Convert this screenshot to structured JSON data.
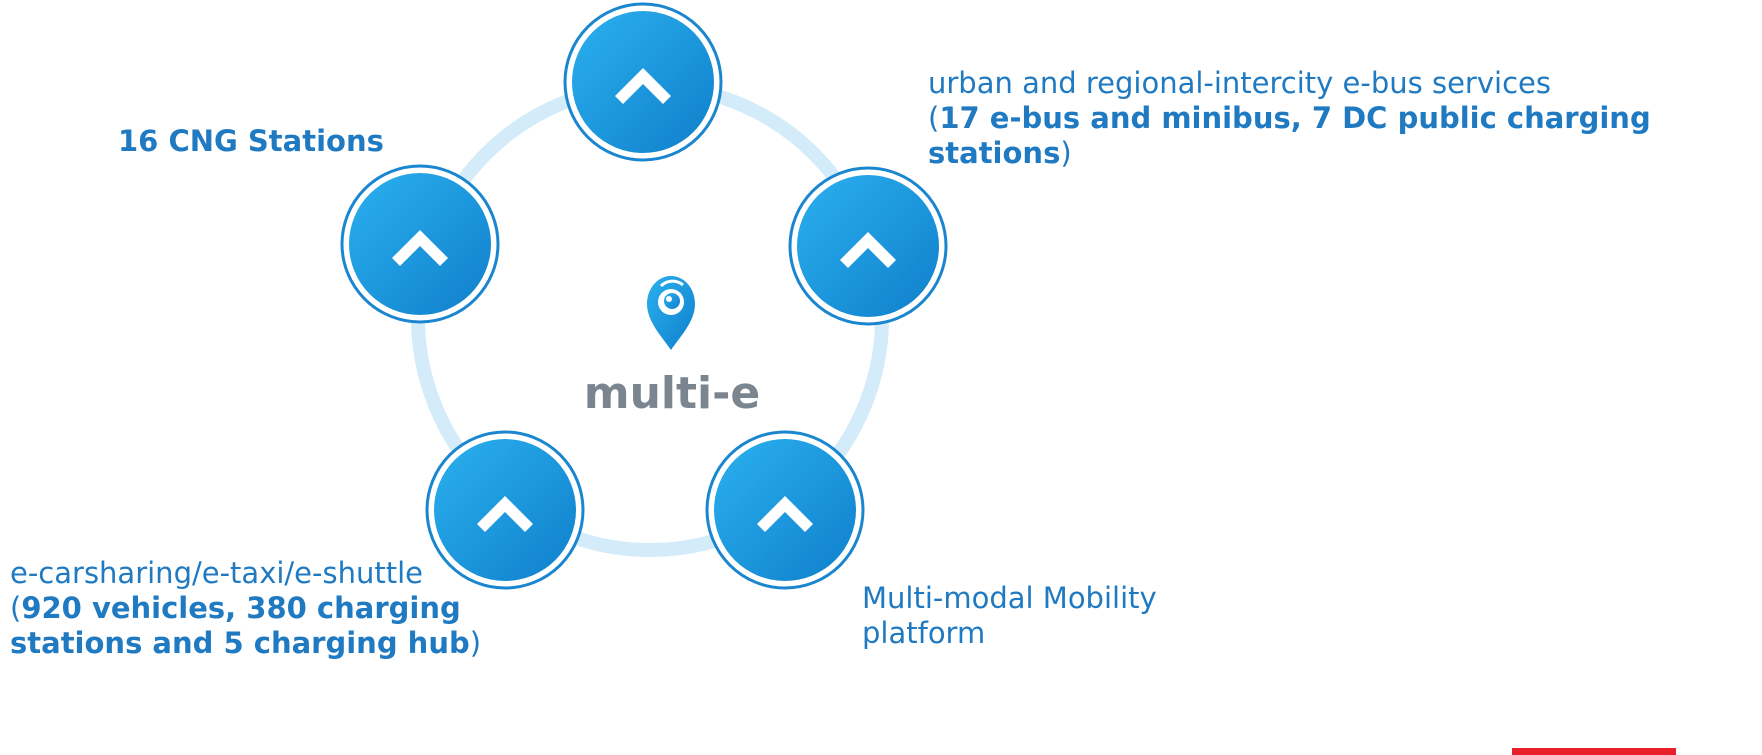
{
  "center": {
    "logo_text": "multi-e",
    "logo_icon": "location-pin-icon"
  },
  "nodes": [
    {
      "id": "top",
      "icon": "chevron-up-icon"
    },
    {
      "id": "left",
      "icon": "chevron-up-icon"
    },
    {
      "id": "right",
      "icon": "chevron-up-icon"
    },
    {
      "id": "bottom-left",
      "icon": "chevron-up-icon"
    },
    {
      "id": "bottom-right",
      "icon": "chevron-up-icon"
    }
  ],
  "labels": {
    "cng": {
      "bold": "16 CNG Stations"
    },
    "ebus": {
      "line1": "urban and regional-intercity e-bus services",
      "open": "(",
      "bold1": "17 e-bus and minibus, 7 DC public charging",
      "bold2": "stations",
      "close": ")"
    },
    "carsharing": {
      "line1": "e-carsharing/e-taxi/e-shuttle",
      "open": "(",
      "bold1": "920 vehicles, 380 charging",
      "bold2": "stations and 5 charging hub",
      "close": ")"
    },
    "platform": {
      "line1": "Multi-modal Mobility",
      "line2": "platform"
    }
  },
  "colors": {
    "ring": "#d4ecfa",
    "node_light": "#2bb0ef",
    "node_dark": "#0f7fcb",
    "text": "#1f7ac2",
    "logo_gray": "#7a8590",
    "accent_red": "#e8202a"
  }
}
